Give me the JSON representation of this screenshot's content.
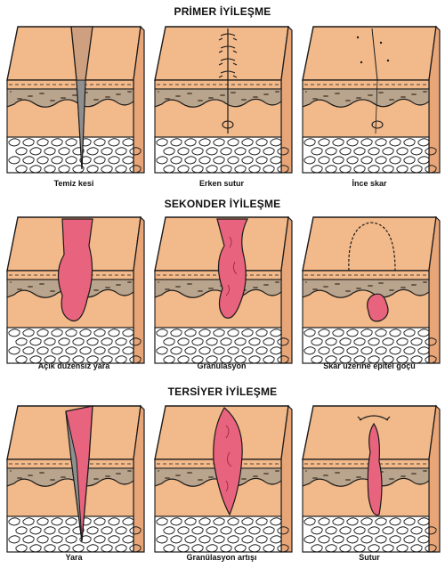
{
  "sections": [
    {
      "title": "PRİMER İYİLEŞME",
      "captions": [
        "Temiz kesi",
        "Erken sutur",
        "İnce skar"
      ]
    },
    {
      "title": "SEKONDER İYİLEŞME",
      "captions": [
        "Açık düzensiz yara",
        "Granülasyon",
        "Skar üzerine epitel göçü"
      ]
    },
    {
      "title": "TERSİYER İYİLEŞME",
      "captions": [
        "Yara",
        "Granülasyon artışı",
        "Sutur"
      ]
    }
  ],
  "colors": {
    "skin": "#F2B98A",
    "skin_side": "#E8A678",
    "dermis_dots": "#5a4a3a",
    "wound": "#E8637E",
    "fat": "#FFFFFF",
    "outline": "#1a1a1a"
  }
}
